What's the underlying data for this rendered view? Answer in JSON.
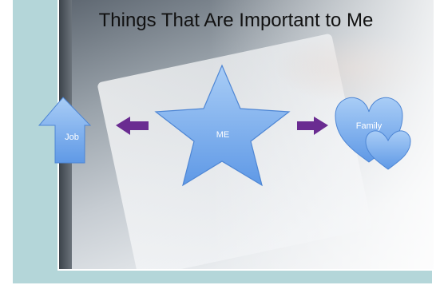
{
  "slide": {
    "title": "Things That Are Important to Me",
    "shapes": {
      "job": "Job",
      "me": "ME",
      "family": "Family"
    },
    "colors": {
      "shape_fill": "#7fb2ee",
      "shape_stroke": "#4e86d4",
      "arrow_fill": "#6a2c91",
      "teal_band": "#b4d6d9"
    }
  }
}
